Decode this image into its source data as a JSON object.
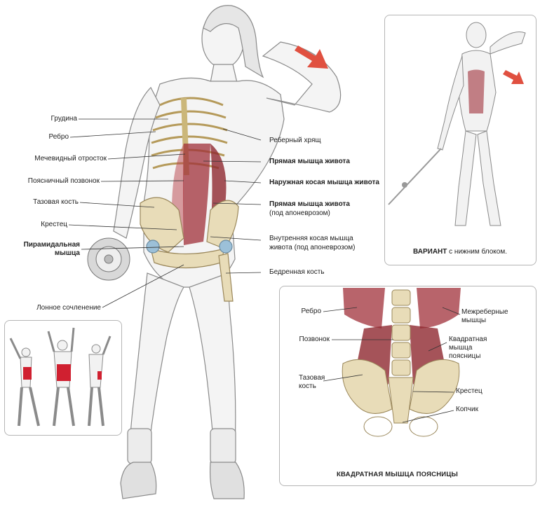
{
  "main_labels": {
    "sternum": "Грудина",
    "rib": "Ребро",
    "xiphoid": "Мечевидный отросток",
    "lumbar_vertebra": "Поясничный позвонок",
    "pelvic_bone": "Тазовая кость",
    "sacrum": "Крестец",
    "pyramidal_1": "Пирамидальная",
    "pyramidal_2": "мышца",
    "pubic_symphysis": "Лонное сочленение",
    "costal_cartilage": "Реберный хрящ",
    "rectus_abdominis": "Прямая мышца живота",
    "external_oblique": "Наружная косая мышца живота",
    "rectus_sheath_1": "Прямая мышца живота",
    "rectus_sheath_2": "(под апоневрозом)",
    "internal_oblique_1": "Внутренняя косая мышца",
    "internal_oblique_2": "живота (под апоневрозом)",
    "femur": "Бедренная кость"
  },
  "variant_panel": {
    "caption_bold": "ВАРИАНТ",
    "caption_rest": " с нижним блоком."
  },
  "quadratus_panel": {
    "rib": "Ребро",
    "vertebra": "Позвонок",
    "pelvic_1": "Тазовая",
    "pelvic_2": "кость",
    "intercostal_1": "Межреберные",
    "intercostal_2": "мышцы",
    "quadratus_1": "Квадратная",
    "quadratus_2": "мышца",
    "quadratus_3": "поясницы",
    "sacrum": "Крестец",
    "coccyx": "Копчик",
    "caption": "КВАДРАТНАЯ  МЫШЦА  ПОЯСНИЦЫ"
  },
  "colors": {
    "muscle": "#a0303a",
    "bone": "#e8dcb8",
    "arrow": "#e05040",
    "line": "#333333"
  }
}
